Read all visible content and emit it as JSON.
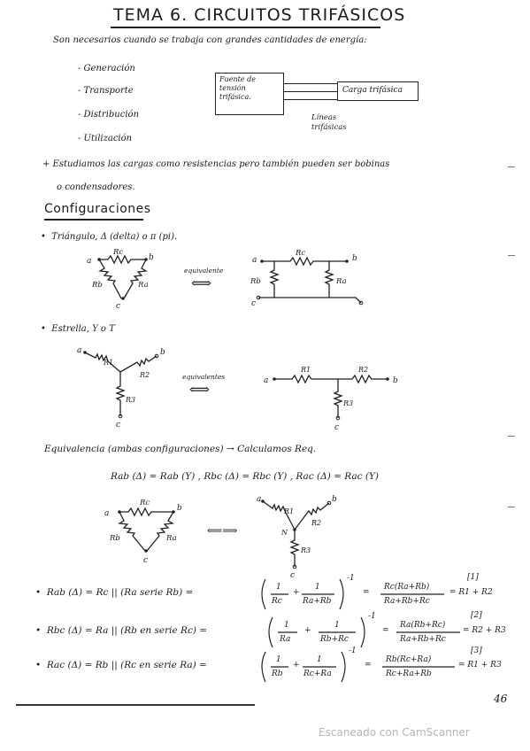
{
  "title": "TEMA 6. CIRCUITOS TRIFÁSICOS",
  "intro": "Son necesarios cuando se trabaja con grandes cantidades de energía:",
  "uses": [
    "- Generación",
    "- Transporte",
    "- Distribución",
    "- Utilización"
  ],
  "diagram": {
    "source": "Fuente de tensión trifásica.",
    "load": "Carga trifásica",
    "lines": "Líneas trifásicas"
  },
  "note": {
    "line1": "+ Estudiamos las cargas como resistencias pero también pueden ser bobinas",
    "line2": "o condensadores."
  },
  "section": "Configuraciones",
  "config1": {
    "label": "Triángulo, Δ (delta) o π (pi).",
    "equiv": "equivalente",
    "arrow": "⟺",
    "nodes": [
      "a",
      "b",
      "c"
    ],
    "resistors": [
      "Rc",
      "Rb",
      "Ra"
    ]
  },
  "config2": {
    "label": "Estrella, Y o T",
    "equiv": "equivalentes",
    "arrow": "⟺",
    "nodes": [
      "a",
      "b",
      "c"
    ],
    "resistors": [
      "R1",
      "R2",
      "R3"
    ]
  },
  "equivalence": {
    "label": "Equivalencia (ambas configuraciones) → Calculamos Req.",
    "relations": "Rab (Δ) = Rab (Y) ,    Rbc (Δ) = Rbc (Y) ,    Rac (Δ) = Rac (Y)",
    "arrow": "⟸⟹",
    "node_n": "N"
  },
  "formulas": [
    {
      "lhs": "Rab (Δ) = Rc || (Ra serie Rb) =",
      "t1_num": "1",
      "t1_den": "Rc",
      "t2_num": "1",
      "t2_den": "Ra+Rb",
      "exp": "-1",
      "num": "Rc(Ra+Rb)",
      "den": "Ra+Rb+Rc",
      "rhs": "= R1 + R2",
      "tag": "[1]"
    },
    {
      "lhs": "Rbc (Δ) = Ra || (Rb en serie Rc) =",
      "t1_num": "1",
      "t1_den": "Ra",
      "t2_num": "1",
      "t2_den": "Rb+Rc",
      "exp": "-1",
      "num": "Ra(Rb+Rc)",
      "den": "Ra+Rb+Rc",
      "rhs": "= R2 + R3",
      "tag": "[2]"
    },
    {
      "lhs": "Rac (Δ) = Rb || (Rc en serie Ra) =",
      "t1_num": "1",
      "t1_den": "Rb",
      "t2_num": "1",
      "t2_den": "Rc+Ra",
      "exp": "-1",
      "num": "Rb(Rc+Ra)",
      "den": "Rc+Ra+Rb",
      "rhs": "= R1 + R3",
      "tag": "[3]"
    }
  ],
  "page_number": "46",
  "scanner": "Escaneado con CamScanner"
}
